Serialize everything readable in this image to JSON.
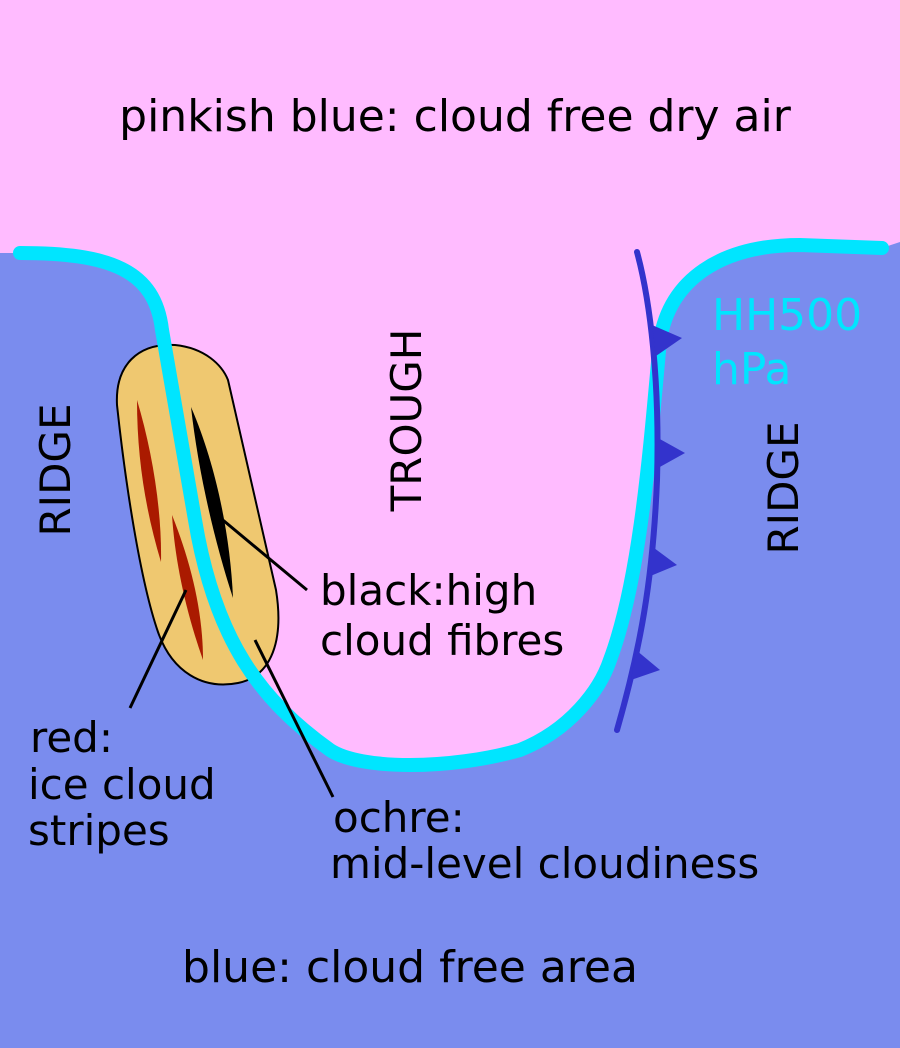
{
  "title": "pinkish blue: cloud free dry air",
  "labels": {
    "trough": "TROUGH",
    "ridge_left": "RIDGE",
    "ridge_right": "RIDGE",
    "height_line_1": "HH500",
    "height_line_2": "hPa",
    "black_1": "black:high",
    "black_2": "cloud fibres",
    "red_1": "red:",
    "red_2": "ice cloud",
    "red_3": "stripes",
    "ochre_1": "ochre:",
    "ochre_2": "mid-level cloudiness",
    "blue": "blue: cloud free area"
  },
  "colors": {
    "pink": "#ffbbff",
    "blue": "#7a8cee",
    "cyan": "#00e5ff",
    "front": "#3333cc",
    "ochre": "#efc870",
    "red": "#aa1a00",
    "black": "#000000"
  }
}
